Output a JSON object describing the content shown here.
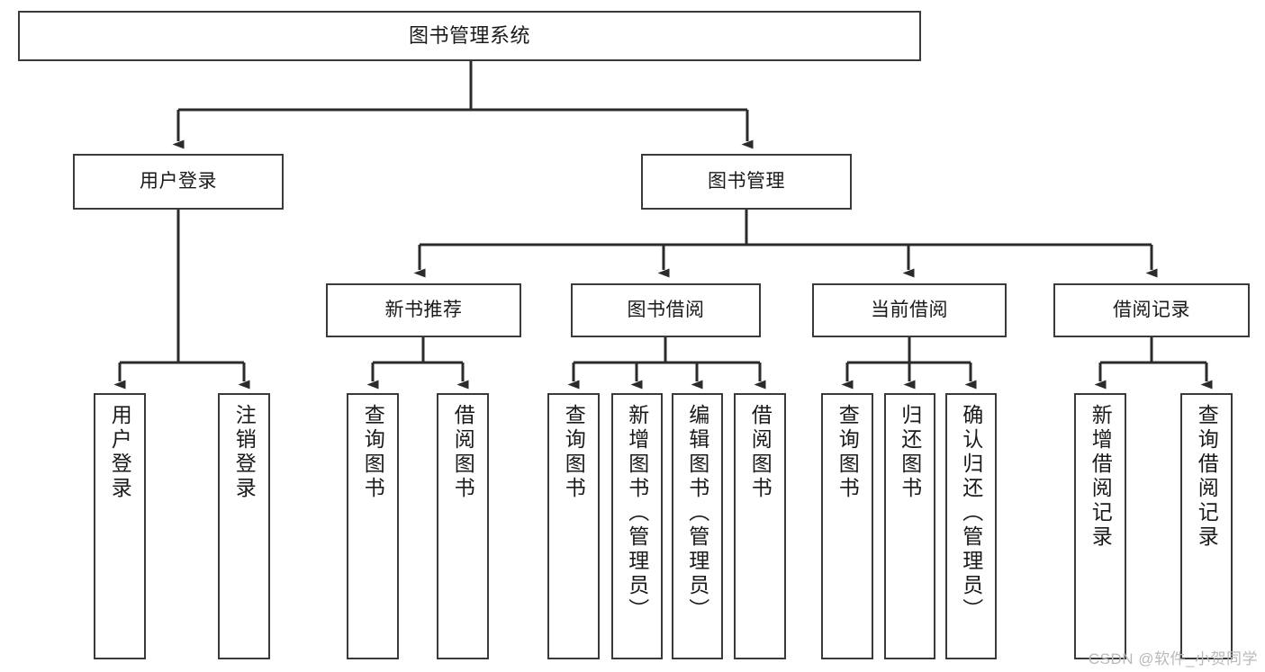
{
  "diagram": {
    "title": "图书管理系统",
    "type": "hierarchy-tree",
    "watermark": "CSDN @软件_小贺同学",
    "colors": {
      "box_border": "#3a3a3a",
      "box_fill": "#ffffff",
      "connector": "#2b2b2b",
      "text": "#1a1a1a",
      "watermark": "#b9b9b9"
    },
    "levels": [
      {
        "level": 1,
        "nodes": [
          {
            "id": "root",
            "label": "图书管理系统"
          }
        ]
      },
      {
        "level": 2,
        "nodes": [
          {
            "id": "login",
            "label": "用户登录"
          },
          {
            "id": "bookmgmt",
            "label": "图书管理"
          }
        ]
      },
      {
        "level": 3,
        "nodes": [
          {
            "id": "newbook",
            "label": "新书推荐"
          },
          {
            "id": "borrow",
            "label": "图书借阅"
          },
          {
            "id": "current",
            "label": "当前借阅"
          },
          {
            "id": "records",
            "label": "借阅记录"
          }
        ]
      },
      {
        "level": 4,
        "nodes": [
          {
            "id": "leaf1",
            "label": "用户登录",
            "parent": "login"
          },
          {
            "id": "leaf2",
            "label": "注销登录",
            "parent": "login"
          },
          {
            "id": "leaf3",
            "label": "查询图书",
            "parent": "newbook"
          },
          {
            "id": "leaf4",
            "label": "借阅图书",
            "parent": "newbook"
          },
          {
            "id": "leaf5",
            "label": "查询图书",
            "parent": "borrow"
          },
          {
            "id": "leaf6",
            "label": "新增图书（管理员）",
            "parent": "borrow"
          },
          {
            "id": "leaf7",
            "label": "编辑图书（管理员）",
            "parent": "borrow"
          },
          {
            "id": "leaf8",
            "label": "借阅图书",
            "parent": "borrow"
          },
          {
            "id": "leaf9",
            "label": "查询图书",
            "parent": "current"
          },
          {
            "id": "leaf10",
            "label": "归还图书",
            "parent": "current"
          },
          {
            "id": "leaf11",
            "label": "确认归还（管理员）",
            "parent": "current"
          },
          {
            "id": "leaf12",
            "label": "新增借阅记录",
            "parent": "records"
          },
          {
            "id": "leaf13",
            "label": "查询借阅记录",
            "parent": "records"
          }
        ]
      }
    ]
  }
}
